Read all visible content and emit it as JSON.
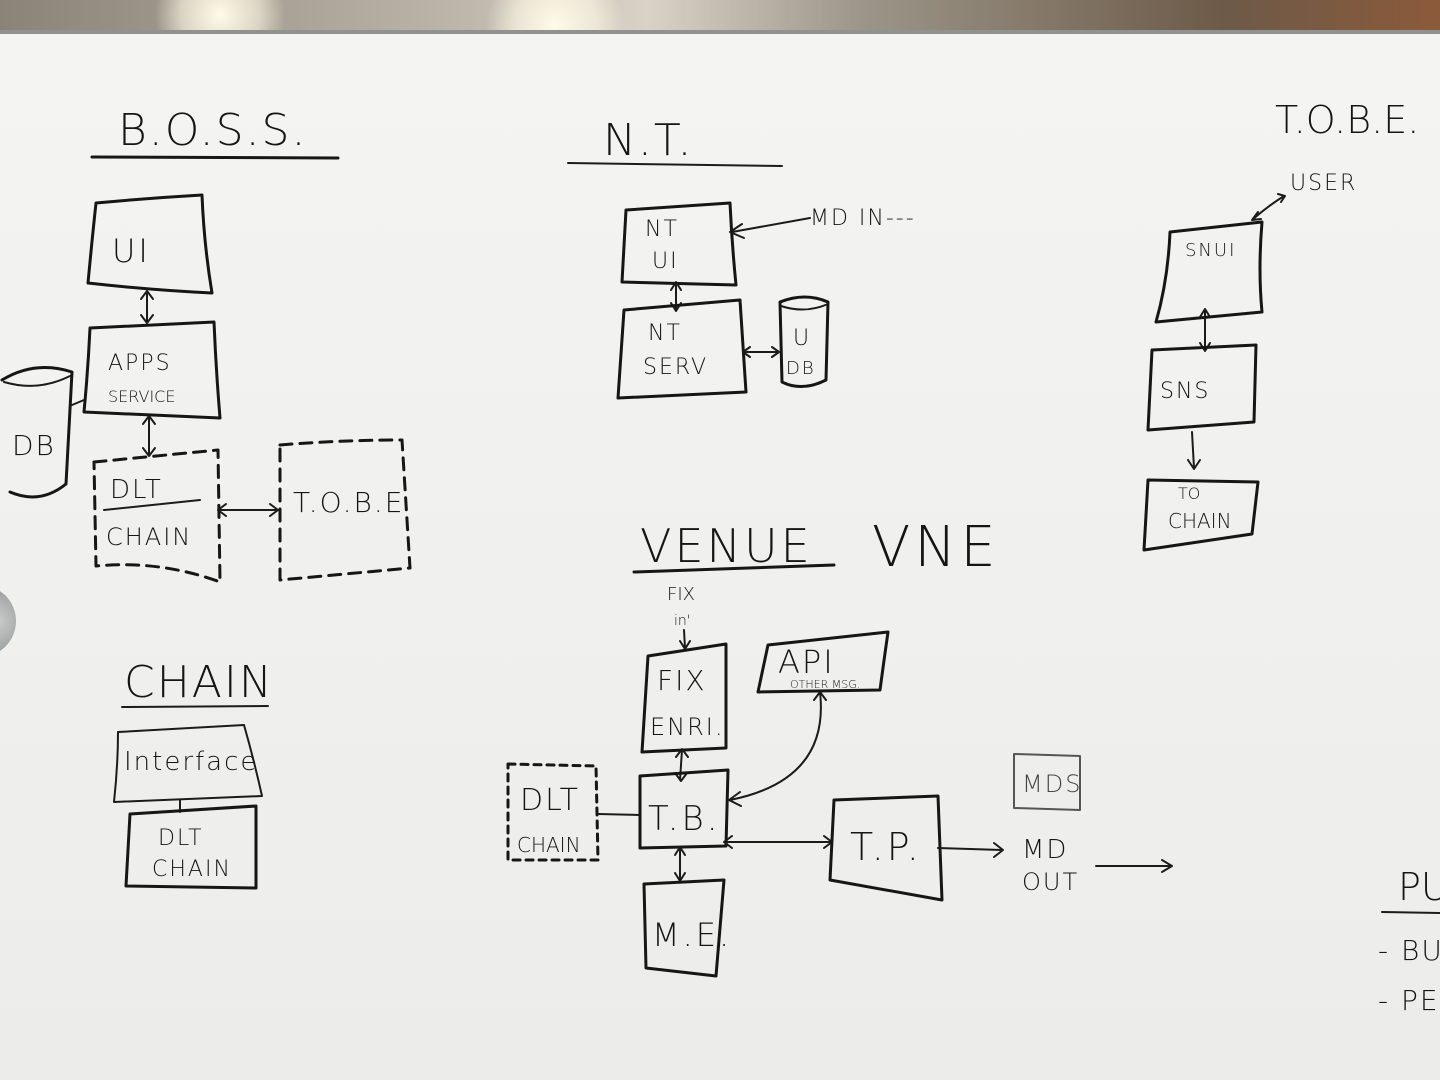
{
  "sections": {
    "boss": {
      "title": "B.O.S.S.",
      "ui": "UI",
      "apps_line1": "APPS",
      "apps_line2": "SERVICE",
      "db": "DB",
      "dlt_line1": "DLT",
      "dlt_line2": "CHAIN",
      "tobe": "T.O.B.E"
    },
    "nt": {
      "title": "N.T.",
      "ui_line1": "NT",
      "ui_line2": "UI",
      "md_in": "MD IN---",
      "serv_line1": "NT",
      "serv_line2": "SERV",
      "db_line1": "U",
      "db_line2": "DB"
    },
    "tobe": {
      "title": "T.O.B.E.",
      "user": "USER",
      "snui": "SNUI",
      "sns": "SNS",
      "to_chain_line1": "TO",
      "to_chain_line2": "CHAIN"
    },
    "venue": {
      "title": "VENUE",
      "title2": "VNE",
      "fix_in_line1": "FIX",
      "fix_in_line2": "in'",
      "fix_line1": "FIX",
      "fix_line2": "ENRI.",
      "api_line1": "API",
      "api_line2": "OTHER MSG.",
      "dlt_line1": "DLT",
      "dlt_line2": "CHAIN",
      "tb": "T.B.",
      "me": "M.E.",
      "tp": "T.P.",
      "mds": "MDS",
      "md_out_line1": "MD",
      "md_out_line2": "OUT"
    },
    "chain": {
      "title": "CHAIN",
      "interface": "Interface",
      "dlt_line1": "DLT",
      "dlt_line2": "CHAIN"
    },
    "edge_notes": {
      "line1": "PU",
      "line2": "- BU",
      "line3": "- PE"
    }
  }
}
